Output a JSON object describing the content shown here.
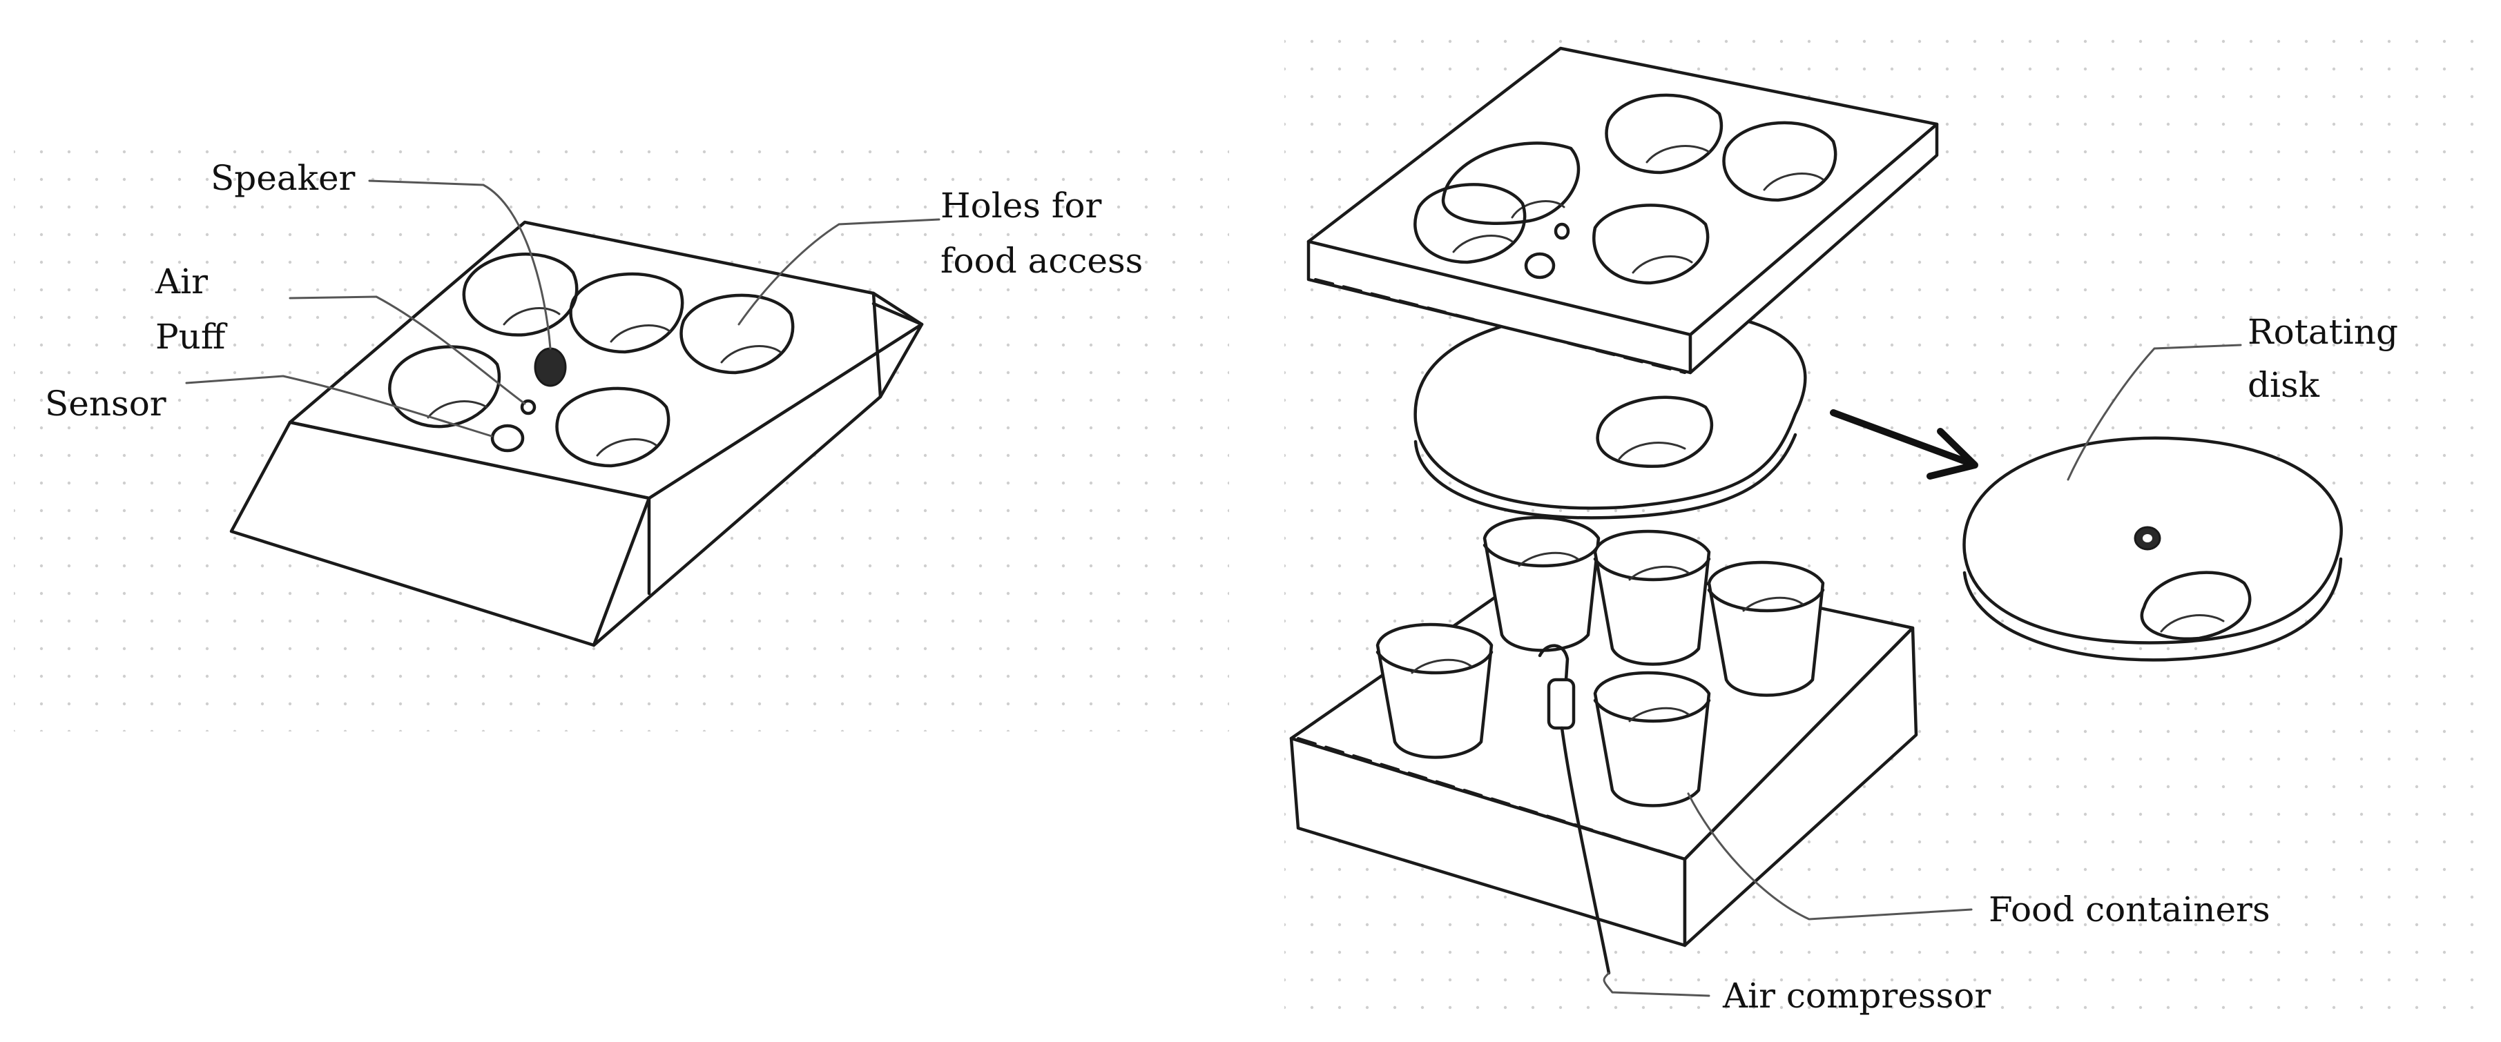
{
  "labels": {
    "speaker": "Speaker",
    "air_puff_line1": "Air",
    "air_puff_line2": "Puff",
    "sensor": "Sensor",
    "holes_line1": "Holes for",
    "holes_line2": "food access",
    "rotating_line1": "Rotating",
    "rotating_line2": "disk",
    "food_containers": "Food containers",
    "air_compressor": "Air compressor"
  },
  "colors": {
    "ink": "#1a1a1a",
    "grid_dot": "#cfcfcf",
    "background": "#ffffff"
  }
}
